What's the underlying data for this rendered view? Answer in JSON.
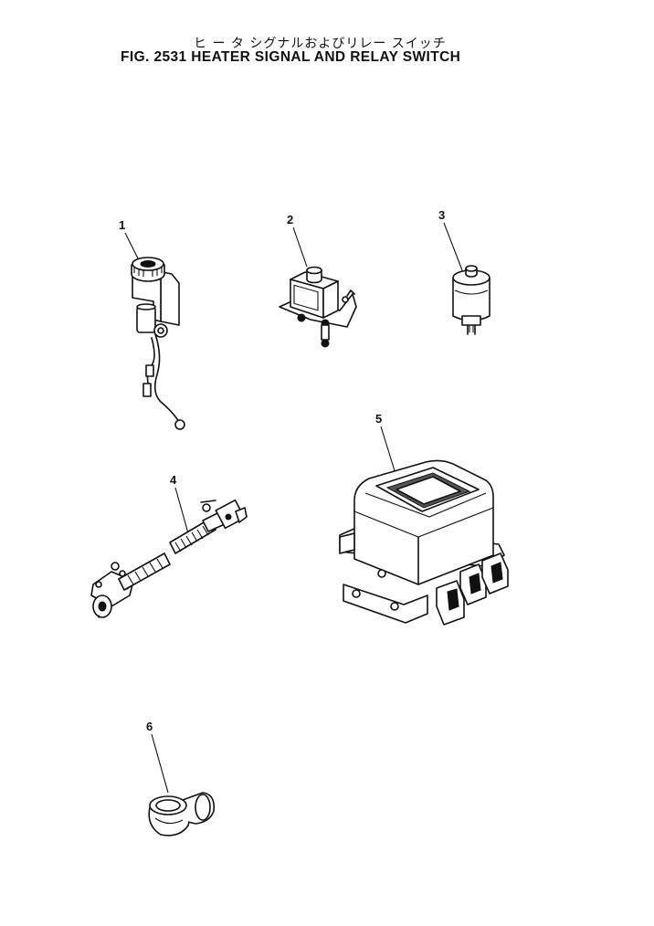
{
  "header": {
    "title_jp": "ヒ ー タ シグナルおよびリレー スイッチ",
    "title_en": "FIG. 2531  HEATER SIGNAL AND RELAY SWITCH"
  },
  "parts": [
    {
      "number": "1",
      "icon": "heater-signal-lamp-icon"
    },
    {
      "number": "2",
      "icon": "relay-icon"
    },
    {
      "number": "3",
      "icon": "switch-icon"
    },
    {
      "number": "4",
      "icon": "wiring-harness-icon"
    },
    {
      "number": "5",
      "icon": "relay-switch-box-icon"
    },
    {
      "number": "6",
      "icon": "rubber-boot-icon"
    }
  ]
}
